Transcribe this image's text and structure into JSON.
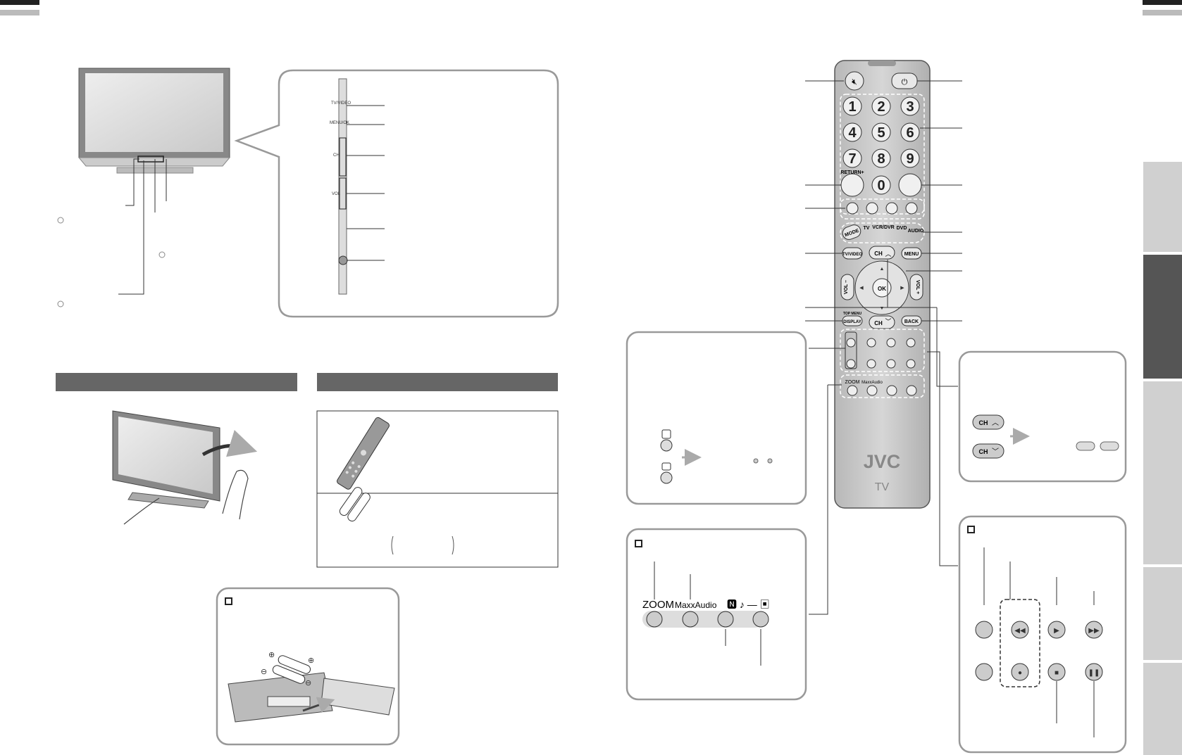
{
  "tv_panel": {
    "buttons": [
      "TV/VIDEO",
      "MENU/OK",
      "CH",
      "VOL"
    ]
  },
  "remote": {
    "numbers": [
      "1",
      "2",
      "3",
      "4",
      "5",
      "6",
      "7",
      "8",
      "9",
      "0"
    ],
    "return_label": "RETURN+",
    "mode_label": "MODE",
    "device_labels": [
      "TV",
      "VCR/DVR",
      "DVD",
      "AUDIO"
    ],
    "tv_video_label": "TV/VIDEO",
    "menu_label": "MENU",
    "ok_label": "OK",
    "ch_label": "CH",
    "vol_minus_label": "VOL –",
    "vol_plus_label": "VOL +",
    "top_menu_label": "TOP MENU",
    "display_label": "DISPLAY",
    "back_label": "BACK",
    "zoom_label": "ZOOM",
    "maxxaudio_label": "MaxxAudio",
    "brand": "JVC",
    "model": "TV"
  },
  "callout_ch": {
    "ch_up_label": "CH",
    "ch_down_label": "CH"
  },
  "callout_bottom_left": {
    "zoom_label": "ZOOM",
    "maxxaudio_label": "MaxxAudio"
  }
}
